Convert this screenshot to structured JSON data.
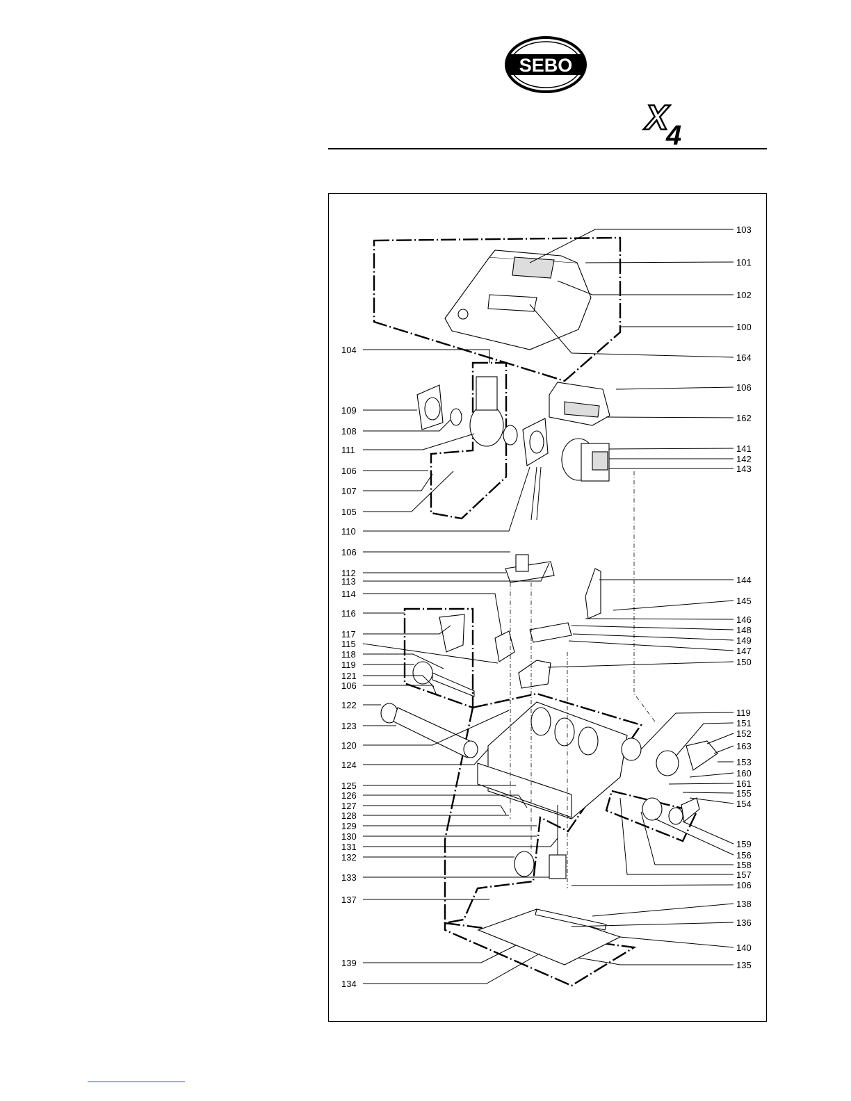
{
  "brand": {
    "logo_text": "SEBO",
    "model_top": "X",
    "model_sub": "4"
  },
  "labels_right": [
    {
      "id": "103"
    },
    {
      "id": "101"
    },
    {
      "id": "102"
    },
    {
      "id": "100"
    },
    {
      "id": "164"
    },
    {
      "id": "106"
    },
    {
      "id": "162"
    },
    {
      "id": "141"
    },
    {
      "id": "142"
    },
    {
      "id": "143"
    },
    {
      "id": "144"
    },
    {
      "id": "145"
    },
    {
      "id": "146"
    },
    {
      "id": "148"
    },
    {
      "id": "149"
    },
    {
      "id": "147"
    },
    {
      "id": "150"
    },
    {
      "id": "119"
    },
    {
      "id": "151"
    },
    {
      "id": "152"
    },
    {
      "id": "163"
    },
    {
      "id": "153"
    },
    {
      "id": "160"
    },
    {
      "id": "161"
    },
    {
      "id": "155"
    },
    {
      "id": "154"
    },
    {
      "id": "159"
    },
    {
      "id": "156"
    },
    {
      "id": "158"
    },
    {
      "id": "157"
    },
    {
      "id": "106"
    },
    {
      "id": "138"
    },
    {
      "id": "136"
    },
    {
      "id": "140"
    },
    {
      "id": "135"
    }
  ],
  "labels_left": [
    {
      "id": "104"
    },
    {
      "id": "109"
    },
    {
      "id": "108"
    },
    {
      "id": "111"
    },
    {
      "id": "106"
    },
    {
      "id": "107"
    },
    {
      "id": "105"
    },
    {
      "id": "110"
    },
    {
      "id": "106"
    },
    {
      "id": "112"
    },
    {
      "id": "113"
    },
    {
      "id": "114"
    },
    {
      "id": "116"
    },
    {
      "id": "117"
    },
    {
      "id": "115"
    },
    {
      "id": "118"
    },
    {
      "id": "119"
    },
    {
      "id": "121"
    },
    {
      "id": "106"
    },
    {
      "id": "122"
    },
    {
      "id": "123"
    },
    {
      "id": "120"
    },
    {
      "id": "124"
    },
    {
      "id": "125"
    },
    {
      "id": "126"
    },
    {
      "id": "127"
    },
    {
      "id": "128"
    },
    {
      "id": "129"
    },
    {
      "id": "130"
    },
    {
      "id": "131"
    },
    {
      "id": "132"
    },
    {
      "id": "133"
    },
    {
      "id": "137"
    },
    {
      "id": "139"
    },
    {
      "id": "134"
    }
  ]
}
